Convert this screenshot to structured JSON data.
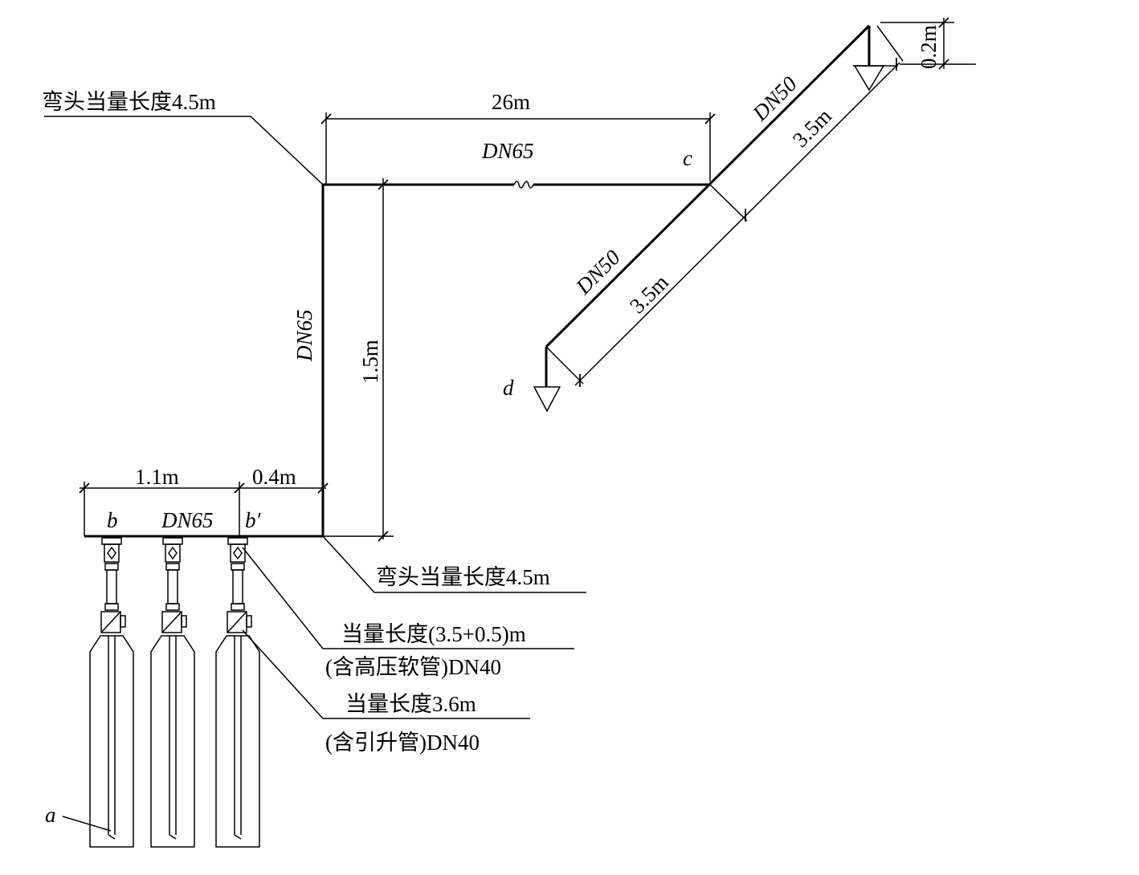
{
  "labels": {
    "elbow_top": "弯头当量长度4.5m",
    "elbow_bottom": "弯头当量长度4.5m",
    "dim_26m": "26m",
    "pipe_top": "DN65",
    "point_c": "c",
    "pipe_diag_upper": "DN50",
    "dim_upper_35": "3.5m",
    "dim_02": "0.2m",
    "pipe_diag_lower": "DN50",
    "dim_lower_35": "3.5m",
    "point_d": "d",
    "pipe_vertical": "DN65",
    "dim_15": "1.5m",
    "dim_11": "1.1m",
    "dim_04": "0.4m",
    "point_b": "b",
    "pipe_manifold": "DN65",
    "point_b_prime": "b′",
    "hose_line1": "当量长度(3.5+0.5)m",
    "hose_line2": "(含高压软管)DN40",
    "riser_line1": "当量长度3.6m",
    "riser_line2": "(含引升管)DN40",
    "point_a": "a"
  }
}
